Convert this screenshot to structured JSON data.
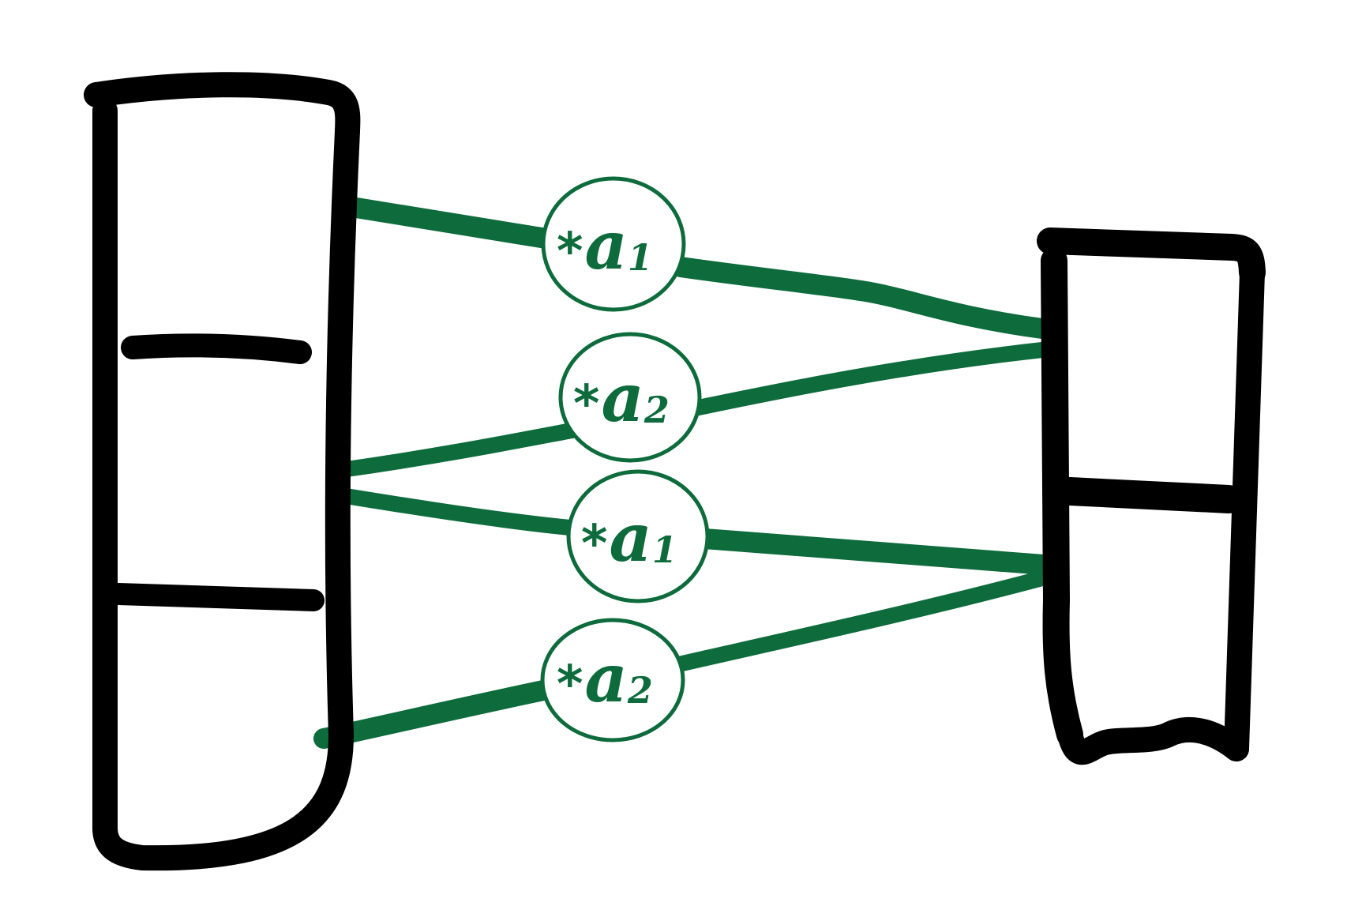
{
  "colors": {
    "ink": "#000000",
    "connection": "#0d6b3c",
    "node_fill": "#ffffff",
    "background": "#ffffff"
  },
  "weights": [
    {
      "prefix": "*",
      "base": "a",
      "index": "1"
    },
    {
      "prefix": "*",
      "base": "a",
      "index": "2"
    },
    {
      "prefix": "*",
      "base": "a",
      "index": "1"
    },
    {
      "prefix": "*",
      "base": "a",
      "index": "2"
    }
  ]
}
